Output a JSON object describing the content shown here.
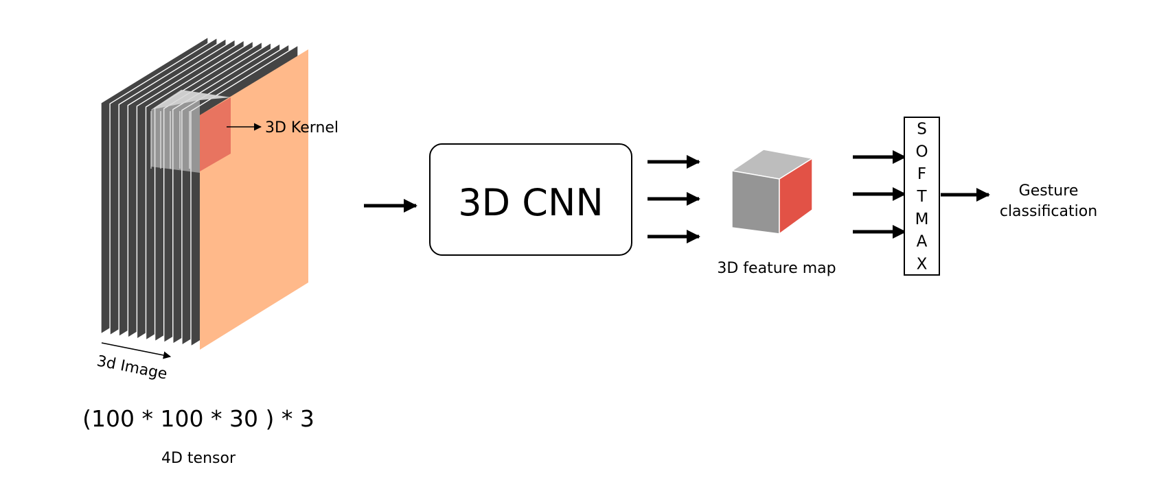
{
  "diagram": {
    "input": {
      "kernel_label": "3D Kernel",
      "image_axis_label": "3d Image",
      "dimensions_label": "(100 * 100 * 30 ) * 3",
      "tensor_label": "4D tensor",
      "frame_count": 11,
      "colors": {
        "frame": "#444444",
        "front_face": "#ffb98a",
        "kernel_front": "#e87460",
        "kernel_overlay": "#d9d9d9"
      }
    },
    "cnn": {
      "label": "3D CNN"
    },
    "feature_map": {
      "label": "3D feature map",
      "colors": {
        "top": "#bdbdbd",
        "left": "#959595",
        "right": "#e25246"
      }
    },
    "softmax": {
      "letters": [
        "S",
        "O",
        "F",
        "T",
        "M",
        "A",
        "X"
      ]
    },
    "output": {
      "line1": "Gesture",
      "line2": "classification"
    }
  }
}
